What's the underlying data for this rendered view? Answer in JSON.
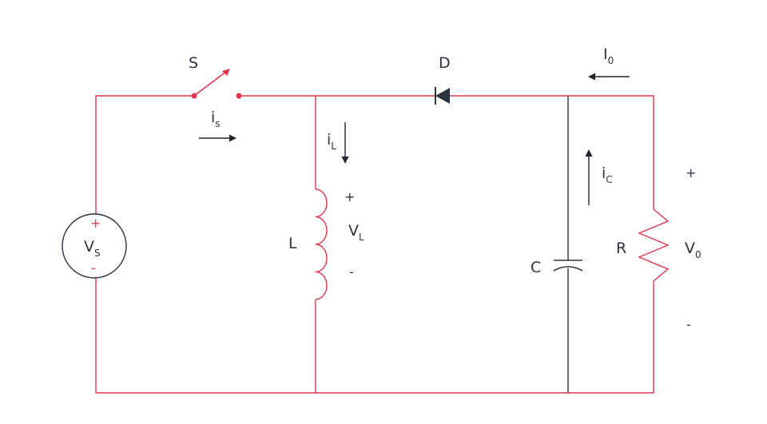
{
  "colors": {
    "wire": "#e0344d",
    "ink": "#2b3340"
  },
  "components": {
    "switch": {
      "label": "S"
    },
    "diode": {
      "label": "D"
    },
    "source": {
      "label": "V",
      "sub": "S",
      "plus": "+",
      "minus": "-"
    },
    "inductor": {
      "label": "L"
    },
    "capacitor": {
      "label": "C"
    },
    "resistor": {
      "label": "R"
    }
  },
  "currents": {
    "is": {
      "label": "i",
      "sub": "s"
    },
    "il": {
      "label": "i",
      "sub": "L"
    },
    "ic": {
      "label": "i",
      "sub": "C"
    },
    "io": {
      "label": "I",
      "sub": "0"
    }
  },
  "voltages": {
    "vl": {
      "label": "V",
      "sub": "L",
      "plus": "+",
      "minus": "-"
    },
    "vo": {
      "label": "V",
      "sub": "0",
      "plus": "+",
      "minus": "-"
    }
  }
}
